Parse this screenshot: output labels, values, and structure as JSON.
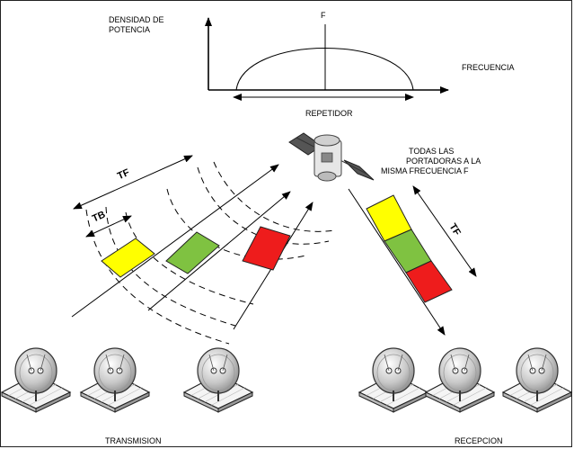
{
  "spectrum": {
    "y_axis_label_line1": "DENSIDAD DE",
    "y_axis_label_line2": "POTENCIA",
    "x_axis_label": "FRECUENCIA",
    "center_label": "F",
    "band_label": "REPETIDOR"
  },
  "satellite": {
    "note_line1": "TODAS LAS",
    "note_line2": "PORTADORAS A LA",
    "note_line3": "MISMA FRECUENCIA F"
  },
  "uplink": {
    "frame_label": "TF",
    "burst_label": "TB",
    "burst_colors": [
      "#ffff00",
      "#7fc241",
      "#ee1c1c"
    ]
  },
  "downlink": {
    "frame_label": "TF",
    "burst_colors": [
      "#ffff00",
      "#7fc241",
      "#ee1c1c"
    ]
  },
  "stations": {
    "transmit_label": "TRANSMISION",
    "receive_label": "RECEPCION"
  }
}
